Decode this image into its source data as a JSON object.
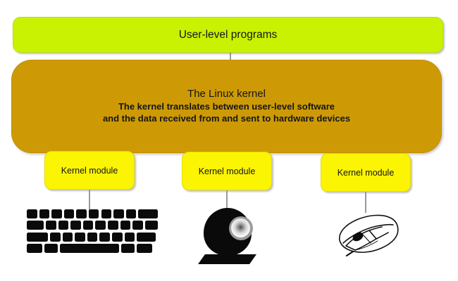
{
  "diagram": {
    "title": "Linux kernel and kernel modules architecture",
    "background_color": "#ffffff"
  },
  "user_layer": {
    "label": "User-level programs",
    "color": "#c9f202"
  },
  "kernel_layer": {
    "title": "The Linux kernel",
    "description_line_1": "The kernel translates between user-level software",
    "description_line_2": "and the data received from and sent to hardware devices",
    "color": "#cd9a06"
  },
  "modules": [
    {
      "label": "Kernel module",
      "color": "#fbf403",
      "device": "keyboard"
    },
    {
      "label": "Kernel module",
      "color": "#fbf403",
      "device": "webcam"
    },
    {
      "label": "Kernel module",
      "color": "#fbf403",
      "device": "mouse"
    }
  ],
  "devices": {
    "keyboard": {
      "icon": "keyboard-icon",
      "color": "#0a0a0a"
    },
    "webcam": {
      "icon": "webcam-icon",
      "color": "#0a0a0a"
    },
    "mouse": {
      "icon": "mouse-icon",
      "color": "#0a0a0a"
    }
  },
  "connectors": {
    "color": "#9a9a9a"
  },
  "keyboard_layout": {
    "rows": [
      [
        14.5,
        14.5,
        14.5,
        14.5,
        14.5,
        14.5,
        14.5,
        14.5,
        14.5,
        28
      ],
      [
        24,
        14.5,
        14.5,
        14.5,
        14.5,
        14.5,
        14.5,
        14.5,
        14.5,
        18.5
      ],
      [
        30,
        14.5,
        14.5,
        14.5,
        14.5,
        14.5,
        14.5,
        14.5,
        27
      ],
      [
        22,
        19,
        84,
        19,
        22
      ]
    ]
  }
}
